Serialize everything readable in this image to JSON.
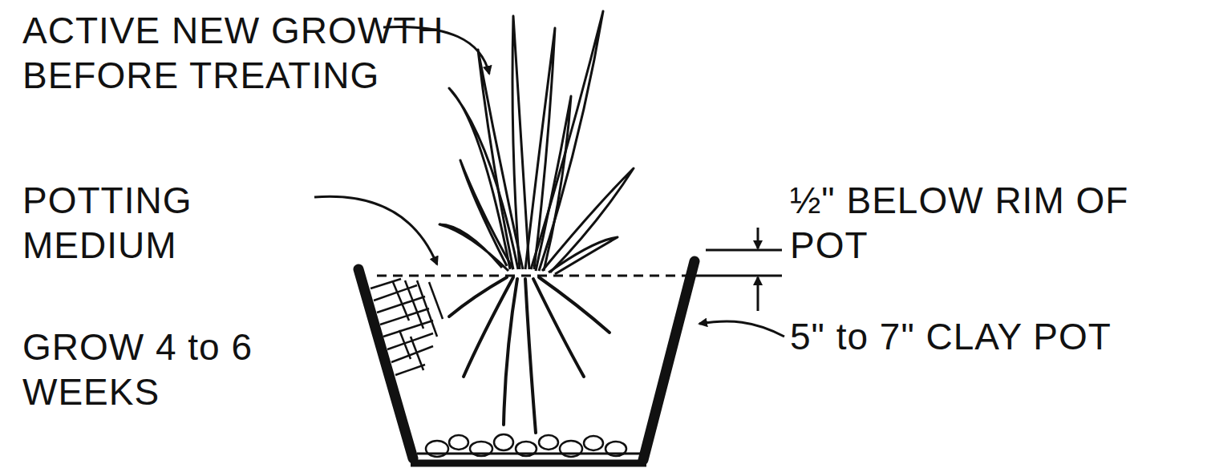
{
  "diagram": {
    "labels": [
      "ACTIVE NEW GROWTH BEFORE TREATING",
      "POTTING MEDIUM",
      "½\" BELOW RIM OF POT",
      "5\" to 7\" CLAY POT",
      "GROW 4 to 6 WEEKS"
    ]
  }
}
